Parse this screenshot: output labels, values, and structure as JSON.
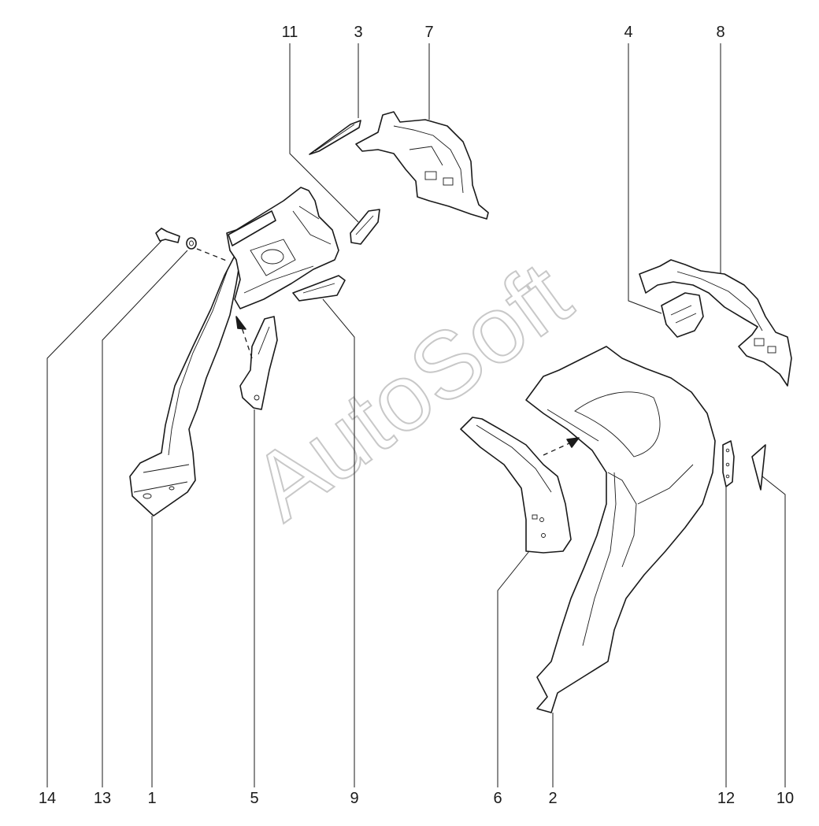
{
  "callouts": {
    "c1": "1",
    "c2": "2",
    "c3": "3",
    "c4": "4",
    "c5": "5",
    "c6": "6",
    "c7": "7",
    "c8": "8",
    "c9": "9",
    "c10": "10",
    "c11": "11",
    "c12": "12",
    "c13": "13",
    "c14": "14"
  },
  "watermark": "AutoSoft"
}
